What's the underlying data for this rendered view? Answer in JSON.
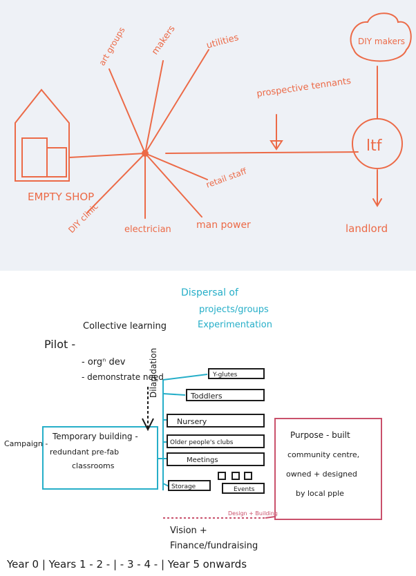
{
  "top_sheet": {
    "ink_color": "#ec6a47",
    "empty_shop": "EMPTY SHOP",
    "labels": {
      "art_groups": "art groups",
      "makers": "makers",
      "utilities": "utilities",
      "diy_clinic": "DIY clinic",
      "electrician": "electrician",
      "manpower": "man power",
      "retail_staff": "retail staff",
      "prospective_tenants": "prospective tennants",
      "diy_makers": "DIY makers",
      "ltf": "ltf",
      "landlord": "landlord"
    }
  },
  "bottom_sheet": {
    "colors": {
      "black": "#1b1b1b",
      "cyan": "#25aec8",
      "pink": "#c9506b"
    },
    "collective_learning": "Collective learning",
    "pilot": "Pilot -",
    "org_dev": "- orgⁿ dev",
    "demonstrate_need": "- demonstrate need",
    "dispersal": "Dispersal of",
    "projects_groups": "projects/groups",
    "experimentation": "Experimentation",
    "dilapidation": "Dilapidation",
    "campaign": "Campaign -",
    "temporary": "Temporary building -",
    "redundant": "redundant pre-fab",
    "classrooms": "classrooms",
    "bars": [
      "Y-glutes",
      "Toddlers",
      "Nursery",
      "Older people's clubs",
      "Meetings",
      "Storage",
      "Events"
    ],
    "design_building": "Design + Building",
    "purpose_built": [
      "Purpose - built",
      "community centre,",
      "owned + designed",
      "by local pple"
    ],
    "vision": "Vision +",
    "finance": "Finance/fundraising",
    "timeline": "Year 0 | Years 1 - 2 - | - 3 - 4 - | Year 5 onwards"
  }
}
